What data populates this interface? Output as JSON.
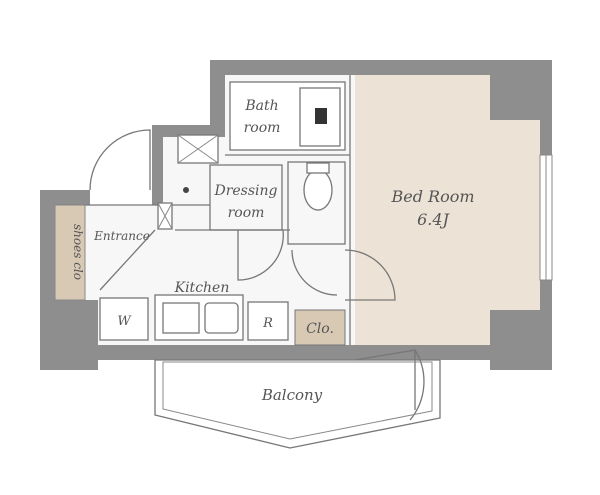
{
  "rooms": {
    "bath": [
      "Bath",
      "room"
    ],
    "dressing": [
      "Dressing",
      "room"
    ],
    "bedroom": [
      "Bed Room",
      "6.4J"
    ],
    "entrance": "Entrance",
    "shoes_clo": "shoes clo",
    "kitchen": "Kitchen",
    "washer": "W",
    "fridge": "R",
    "closet": "Clo.",
    "balcony": "Balcony"
  },
  "colors": {
    "wall": "#8e8e8e",
    "bedroom_floor": "#ece3d6",
    "storage_floor": "#d8c9b5",
    "background": "#f5f5f5"
  }
}
